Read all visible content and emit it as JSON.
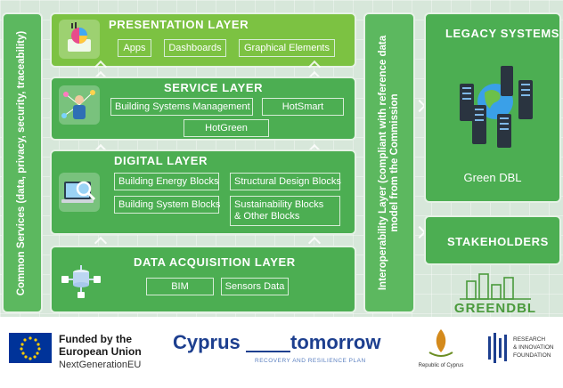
{
  "common_services": "Common Services (data, privacy, security, traceability)",
  "interoperability": {
    "line1": "Interoperability Layer (compliant with reference data",
    "line2": "model from the Commission"
  },
  "presentation": {
    "title": "PRESENTATION LAYER",
    "items": [
      "Apps",
      "Dashboards",
      "Graphical Elements"
    ]
  },
  "service": {
    "title": "SERVICE LAYER",
    "items": [
      "Building Systems Management",
      "HotSmart",
      "HotGreen"
    ]
  },
  "digital": {
    "title": "DIGITAL LAYER",
    "items": [
      "Building Energy Blocks",
      "Structural Design Blocks",
      "Building System Blocks",
      "Sustainability Blocks",
      "& Other Blocks"
    ]
  },
  "data_acquisition": {
    "title": "DATA ACQUISITION LAYER",
    "items": [
      "BIM",
      "Sensors Data"
    ]
  },
  "legacy": {
    "title": "LEGACY SYSTEMS",
    "label": "Green DBL"
  },
  "stakeholders": {
    "title": "STAKEHOLDERS"
  },
  "greendbl_logo": "GREENDBL",
  "footer": {
    "eu_line1": "Funded by the",
    "eu_line2": "European Union",
    "eu_line3": "NextGenerationEU",
    "cyprus_left": "Cyprus",
    "cyprus_right": "tomorrow",
    "cyprus_sub": "RECOVERY AND RESILIENCE PLAN",
    "republic": "Republic of Cyprus",
    "rif_line1": "RESEARCH",
    "rif_line2": "& INNOVATION",
    "rif_line3": "FOUNDATION"
  },
  "colors": {
    "layer_green": "#4cae52",
    "presentation_green": "#7cc242",
    "eu_blue": "#003399",
    "eu_yellow": "#ffcc00",
    "cyprus_blue": "#1d3f8f"
  }
}
